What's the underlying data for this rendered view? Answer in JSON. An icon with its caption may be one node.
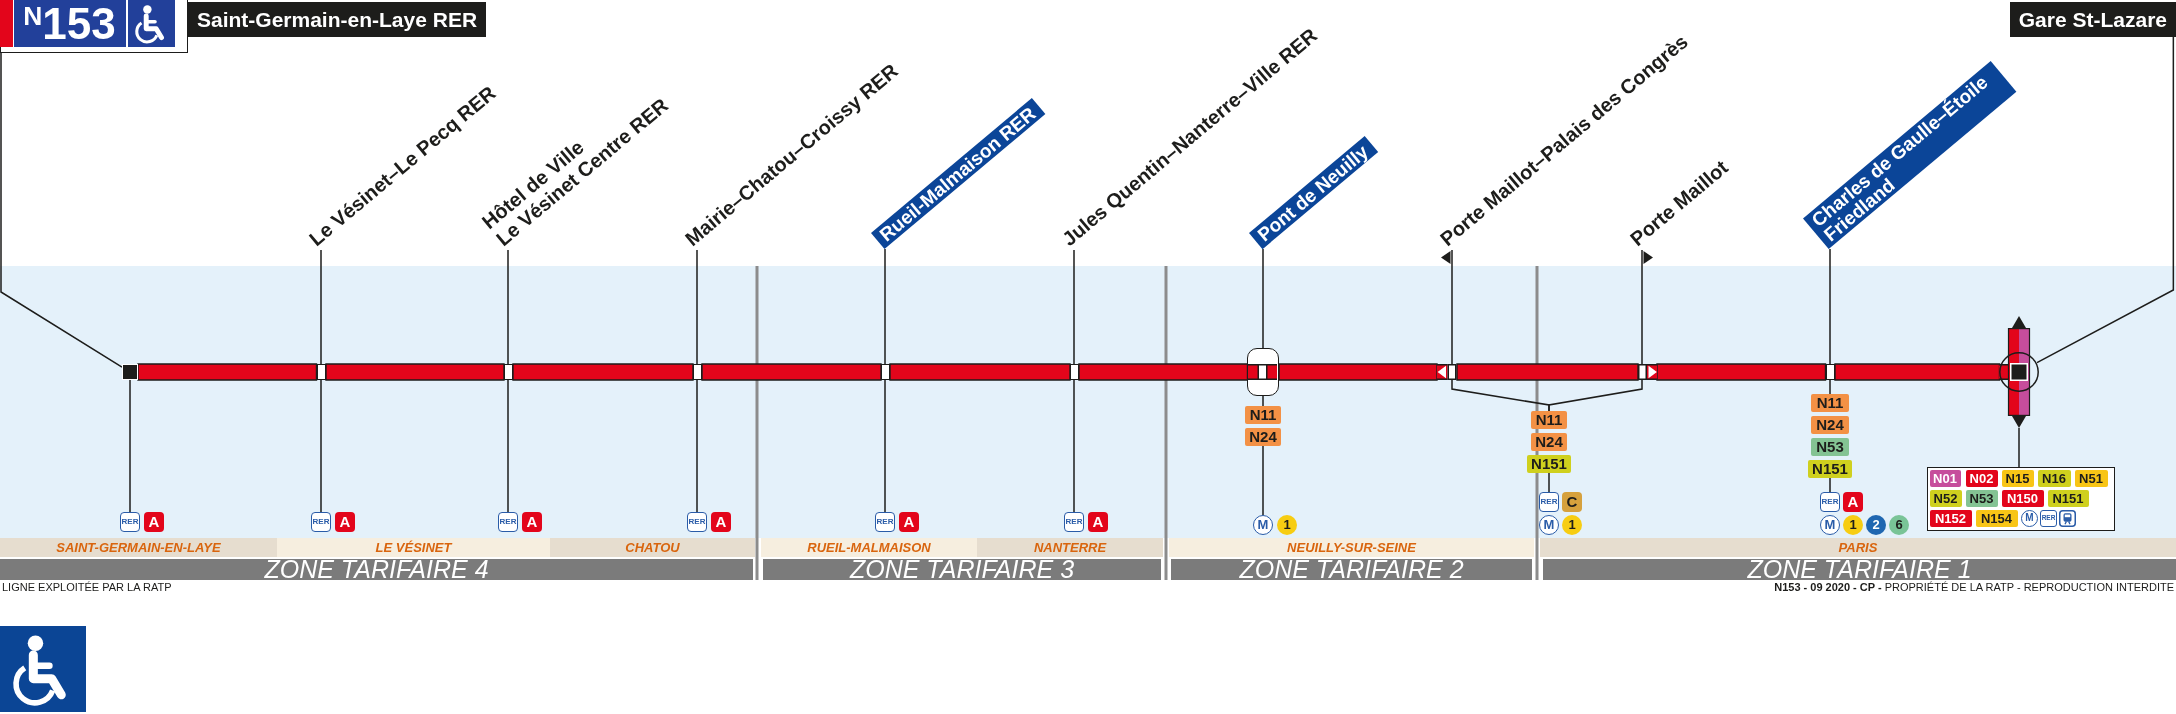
{
  "diagram": {
    "nodes": [
      {
        "text": [
          "$^{N}$153"
        ]
      },
      {
        "text": [
          "Saint-Germain-en-Laye RER"
        ]
      },
      {
        "text": [
          "Le Vésinet–Le Pecq RER"
        ]
      },
      {
        "text": [
          "Hôtel de Ville Le Vésinet Centre RER"
        ]
      },
      {
        "text": [
          "Mairie–Chatou–Croissy RER"
        ]
      },
      {
        "text": [
          "Rueil-Malmaison RER"
        ]
      },
      {
        "text": [
          "Jules Quentin–Nanterre–Ville RER"
        ]
      },
      {
        "text": [
          "Pont de Neuilly"
        ]
      },
      {
        "text": [
          "Porte Maillot–Palais des Congrès"
        ]
      },
      {
        "text": [
          "Porte Maillot"
        ]
      },
      {
        "text": [
          "Charles de Gaulle–Étoile Friedland"
        ]
      },
      {
        "text": [
          "Gare St-Lazare"
        ]
      },
      {
        "text": [],
        "shape": "square"
      },
      {
        "text": [],
        "shape": "box"
      },
      {
        "text": [],
        "shape": "box"
      },
      {
        "text": [],
        "shape": "box"
      },
      {
        "text": [],
        "shape": "box"
      },
      {
        "text": [],
        "shape": "box"
      },
      {
        "text": [],
        "shape": "capsule"
      },
      {
        "text": [],
        "shape": "box"
      },
      {
        "text": [],
        "shape": "box"
      },
      {
        "text": [],
        "shape": "box"
      },
      {
        "text": [],
        "shape": "bar"
      },
      {
        "text": [
          "RER"
        ]
      },
      {
        "text": [
          "A"
        ]
      },
      {
        "text": [
          "RER"
        ]
      },
      {
        "text": [
          "A"
        ]
      },
      {
        "text": [
          "RER"
        ]
      },
      {
        "text": [
          "A"
        ]
      },
      {
        "text": [
          "RER"
        ]
      },
      {
        "text": [
          "A"
        ]
      },
      {
        "text": [
          "RER"
        ]
      },
      {
        "text": [
          "A"
        ]
      },
      {
        "text": [
          "RER"
        ]
      },
      {
        "text": [
          "A"
        ]
      },
      {
        "text": [
          "N11"
        ]
      },
      {
        "text": [
          "N24"
        ]
      },
      {
        "text": [
          "M"
        ]
      },
      {
        "text": [
          "1"
        ]
      },
      {
        "text": [
          "N11"
        ]
      },
      {
        "text": [
          "N24"
        ]
      },
      {
        "text": [
          "N151"
        ]
      },
      {
        "text": [
          "RER"
        ]
      },
      {
        "text": [
          "C"
        ]
      },
      {
        "text": [
          "M"
        ]
      },
      {
        "text": [
          "1"
        ]
      },
      {
        "text": [
          "N11"
        ]
      },
      {
        "text": [
          "N24"
        ]
      },
      {
        "text": [
          "N53"
        ]
      },
      {
        "text": [
          "N151"
        ]
      },
      {
        "text": [
          "RER"
        ]
      },
      {
        "text": [
          "A"
        ]
      },
      {
        "text": [
          "M"
        ]
      },
      {
        "text": [
          "1"
        ]
      },
      {
        "text": [
          "2"
        ]
      },
      {
        "text": [
          "6"
        ]
      },
      {
        "text": [],
        "shape": "box"
      },
      {
        "text": [
          "N01"
        ],
        "in": 56
      },
      {
        "text": [
          "N02"
        ],
        "in": 56
      },
      {
        "text": [
          "N15"
        ],
        "in": 56
      },
      {
        "text": [
          "N16"
        ],
        "in": 56
      },
      {
        "text": [
          "N51"
        ],
        "in": 56
      },
      {
        "text": [
          "N52"
        ],
        "in": 56
      },
      {
        "text": [
          "N53"
        ],
        "in": 56
      },
      {
        "text": [
          "N150"
        ],
        "in": 56
      },
      {
        "text": [
          "N151"
        ],
        "in": 56
      },
      {
        "text": [
          "N152"
        ],
        "in": 56
      },
      {
        "text": [
          "N154"
        ],
        "in": 56
      },
      {
        "text": [
          "M"
        ],
        "in": 56
      },
      {
        "text": [
          "RER"
        ],
        "in": 56
      },
      {
        "text": [
          "SAINT-GERMAIN-EN-LAYE"
        ]
      },
      {
        "text": [
          "LE VÉSINET"
        ]
      },
      {
        "text": [
          "CHATOU"
        ]
      },
      {
        "text": [
          "RUEIL-MALMAISON"
        ]
      },
      {
        "text": [
          "NANTERRE"
        ]
      },
      {
        "text": [
          "NEUILLY-SUR-SEINE"
        ]
      },
      {
        "text": [
          "PARIS"
        ]
      },
      {
        "text": [
          "ZONE TARIFAIRE 4"
        ]
      },
      {
        "text": [
          "ZONE TARIFAIRE 3"
        ]
      },
      {
        "text": [
          "ZONE TARIFAIRE 2"
        ]
      },
      {
        "text": [
          "ZONE TARIFAIRE 1"
        ]
      }
    ],
    "edges": [
      {
        "from": 0,
        "to": 12,
        "arrow": "none"
      },
      {
        "from": 2,
        "to": 13,
        "arrow": "none"
      },
      {
        "from": 3,
        "to": 14,
        "arrow": "none"
      },
      {
        "from": 4,
        "to": 15,
        "arrow": "none"
      },
      {
        "from": 5,
        "to": 16,
        "arrow": "none"
      },
      {
        "from": 6,
        "to": 17,
        "arrow": "none"
      },
      {
        "from": 7,
        "to": 18,
        "arrow": "none"
      },
      {
        "from": 19,
        "to": 8,
        "arrow": "to"
      },
      {
        "from": 20,
        "to": 9,
        "arrow": "to"
      },
      {
        "from": 10,
        "to": 21,
        "arrow": "none"
      },
      {
        "from": 11,
        "to": 22,
        "arrow": "none"
      },
      {
        "from": 12,
        "to": 13,
        "arrow": "none",
        "style": "thick",
        "color": "#e3051b"
      },
      {
        "from": 13,
        "to": 14,
        "arrow": "none",
        "style": "thick",
        "color": "#e3051b"
      },
      {
        "from": 14,
        "to": 15,
        "arrow": "none",
        "style": "thick",
        "color": "#e3051b"
      },
      {
        "from": 15,
        "to": 16,
        "arrow": "none",
        "style": "thick",
        "color": "#e3051b"
      },
      {
        "from": 16,
        "to": 17,
        "arrow": "none",
        "style": "thick",
        "color": "#e3051b"
      },
      {
        "from": 17,
        "to": 18,
        "arrow": "none",
        "style": "thick",
        "color": "#e3051b"
      },
      {
        "from": 18,
        "to": 19,
        "arrow": "none",
        "style": "thick",
        "color": "#e3051b"
      },
      {
        "from": 19,
        "to": 20,
        "arrow": "none",
        "style": "thick",
        "color": "#e3051b"
      },
      {
        "from": 20,
        "to": 21,
        "arrow": "none",
        "style": "thick",
        "color": "#e3051b"
      },
      {
        "from": 21,
        "to": 22,
        "arrow": "none",
        "style": "thick",
        "color": "#e3051b"
      },
      {
        "from": 12,
        "to": 23,
        "arrow": "none"
      },
      {
        "from": 13,
        "to": 25,
        "arrow": "none"
      },
      {
        "from": 14,
        "to": 27,
        "arrow": "none"
      },
      {
        "from": 15,
        "to": 29,
        "arrow": "none"
      },
      {
        "from": 16,
        "to": 31,
        "arrow": "none"
      },
      {
        "from": 17,
        "to": 33,
        "arrow": "none"
      },
      {
        "from": 18,
        "to": 35,
        "arrow": "none"
      },
      {
        "from": 36,
        "to": 37,
        "arrow": "none"
      },
      {
        "from": 19,
        "to": 39,
        "arrow": "none"
      },
      {
        "from": 20,
        "to": 39,
        "arrow": "none"
      },
      {
        "from": 41,
        "to": 42,
        "arrow": "none"
      },
      {
        "from": 21,
        "to": 46,
        "arrow": "none"
      },
      {
        "from": 49,
        "to": 50,
        "arrow": "none"
      },
      {
        "from": 22,
        "to": 56,
        "arrow": "none"
      }
    ],
    "labels": [
      "LIGNE EXPLOITÉE PAR LA RATP",
      "**N153 - 09 2020 - CP -** PROPRIÉTÉ DE LA RATP - REPRODUCTION INTERDITE"
    ]
  }
}
